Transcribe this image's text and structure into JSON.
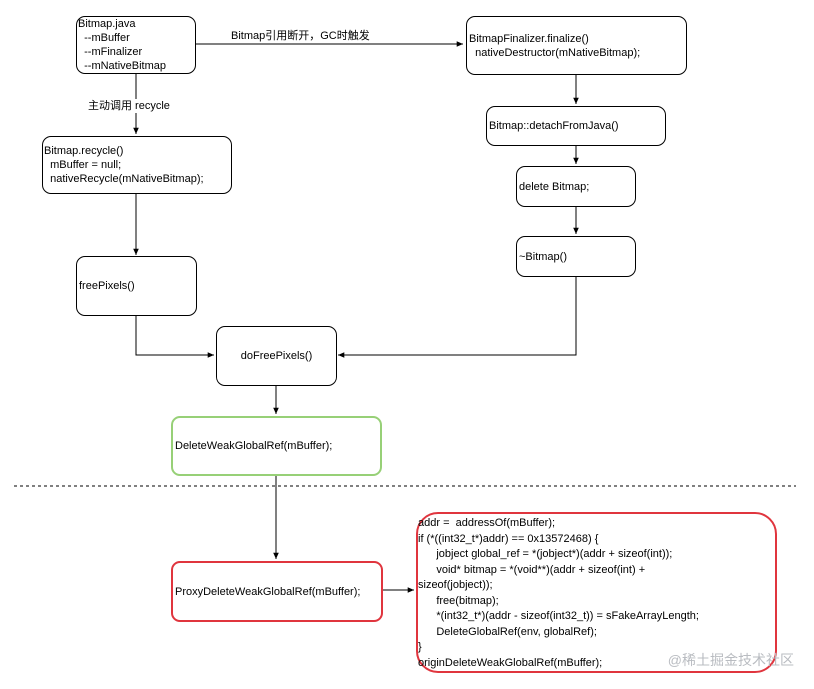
{
  "nodes": {
    "bitmap_java": [
      "Bitmap.java",
      "  --mBuffer",
      "  --mFinalizer",
      "  --mNativeBitmap"
    ],
    "finalizer": [
      "BitmapFinalizer.finalize()",
      "  nativeDestructor(mNativeBitmap);"
    ],
    "recycle": [
      "Bitmap.recycle()",
      "  mBuffer = null;",
      "  nativeRecycle(mNativeBitmap);"
    ],
    "detach": "Bitmap::detachFromJava()",
    "delete_bitmap": "delete Bitmap;",
    "destructor": "~Bitmap()",
    "free_pixels": "freePixels()",
    "do_free_pixels": "doFreePixels()",
    "delete_weak_ref": "DeleteWeakGlobalRef(mBuffer);",
    "proxy_delete": "ProxyDeleteWeakGlobalRef(mBuffer);",
    "code": [
      "addr =  addressOf(mBuffer);",
      "if (*((int32_t*)addr) == 0x13572468) {",
      "      jobject global_ref = *(jobject*)(addr + sizeof(int));",
      "      void* bitmap = *(void**)(addr + sizeof(int) +",
      "sizeof(jobject));",
      "      free(bitmap);",
      "      *(int32_t*)(addr - sizeof(int32_t)) = sFakeArrayLength;",
      "      DeleteGlobalRef(env, globalRef);",
      "}",
      "originDeleteWeakGlobalRef(mBuffer);"
    ]
  },
  "edge_labels": {
    "gc": "Bitmap引用断开，GC时触发",
    "recycle_call": "主动调用 recycle"
  },
  "watermark": "@稀土掘金技术社区",
  "colors": {
    "green_border": "#97d077",
    "red_border": "#e0353e",
    "divider": "#000000"
  }
}
